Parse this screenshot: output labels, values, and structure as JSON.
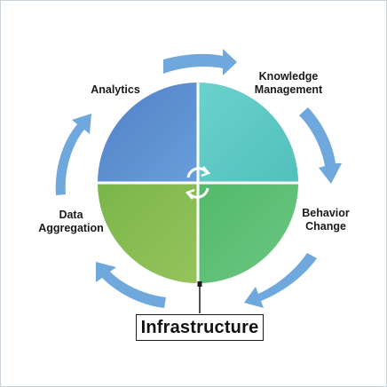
{
  "quadrants": {
    "analytics": {
      "label": "Analytics",
      "color": "#5b8fd0"
    },
    "knowledge": {
      "label_line1": "Knowledge",
      "label_line2": "Management",
      "color": "#5ec8c4"
    },
    "behavior": {
      "label_line1": "Behavior",
      "label_line2": "Change",
      "color": "#5cbf78"
    },
    "aggregation": {
      "label_line1": "Data",
      "label_line2": "Aggregation",
      "color": "#8bbd4f"
    }
  },
  "arrow_color": "#6ea8dc",
  "foundation": {
    "label": "Infrastructure"
  }
}
